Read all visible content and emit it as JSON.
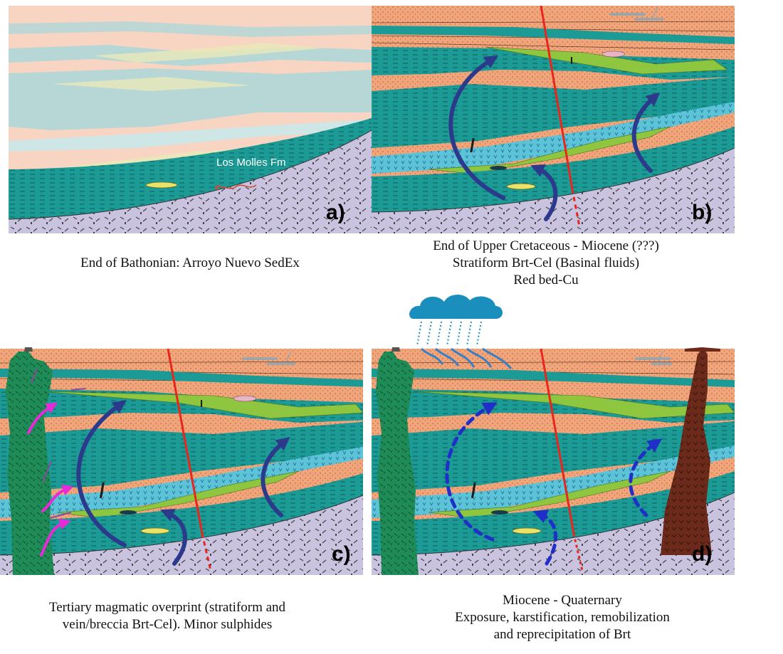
{
  "panels": {
    "a": {
      "label": "a)",
      "formation_label": "Los Molles Fm",
      "caption": [
        "End of Bathonian: Arroyo Nuevo SedEx"
      ]
    },
    "b": {
      "label": "b)",
      "caption": [
        "End of Upper Cretaceous - Miocene (???)",
        "Stratiform Brt-Cel (Basinal fluids)",
        "Red bed-Cu"
      ]
    },
    "c": {
      "label": "c)",
      "caption": [
        "Tertiary magmatic overprint (stratiform and",
        "vein/breccia Brt-Cel). Minor sulphides"
      ]
    },
    "d": {
      "label": "d)",
      "caption": [
        "Miocene - Quaternary",
        "Exposure, karstification, remobilization",
        "and reprecipitation of Brt"
      ]
    }
  },
  "colors": {
    "basement": "#c9c3df",
    "shale": "#1b9a96",
    "sandstone": "#f2a57a",
    "limestone": "#5cc3d8",
    "green_bed": "#8fc63f",
    "fault": "#e8261c",
    "fluid_arrow": "#2c3a8c",
    "magmatic_arrow": "#e62ad6",
    "intrusive": "#1f8b57",
    "breccia": "#6b2a1a",
    "cloud": "#1a8fbe",
    "pale_peach": "#f8d5c2",
    "pale_blue": "#b7d6d6"
  }
}
